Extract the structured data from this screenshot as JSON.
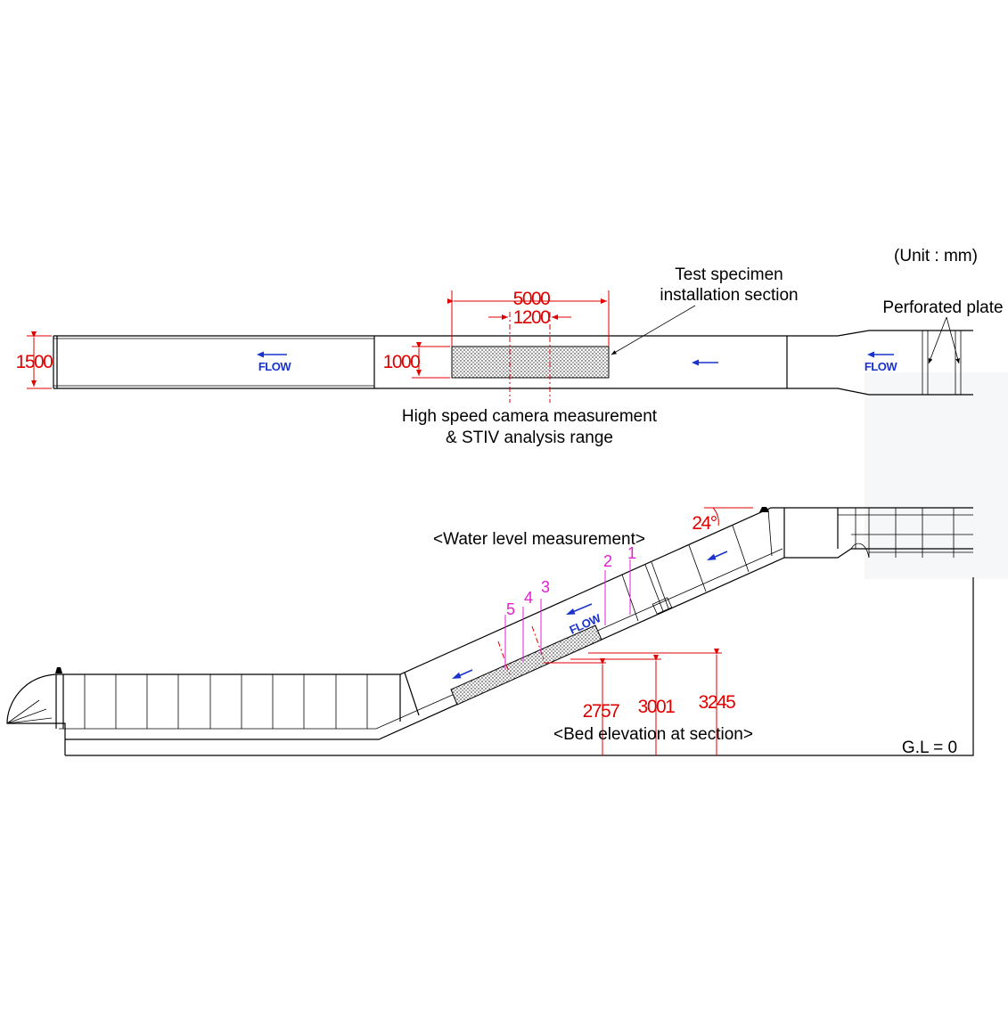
{
  "unit_label": "(Unit : mm)",
  "plan_view": {
    "width_dim": "1500",
    "specimen_width_dim": "1000",
    "specimen_length_dim": "5000",
    "camera_range_dim": "1200",
    "specimen_label_line1": "Test specimen",
    "specimen_label_line2": "installation section",
    "perforated_label": "Perforated plate",
    "camera_label_line1": "High speed camera measurement",
    "camera_label_line2": "& STIV analysis range",
    "flow_text": "FLOW"
  },
  "profile_view": {
    "water_level_label": "<Water level measurement>",
    "bed_label": "<Bed elevation at section>",
    "gl_label": "G.L = 0",
    "angle_label": "24°",
    "elevations": [
      "2757",
      "3001",
      "3245"
    ],
    "measure_points": [
      "1",
      "2",
      "3",
      "4",
      "5"
    ],
    "flow_text": "FLOW"
  },
  "colors": {
    "dimension": "#e00000",
    "flow_arrow": "#1a33cc",
    "measurement_point": "#e020d0",
    "outline": "#000000"
  }
}
